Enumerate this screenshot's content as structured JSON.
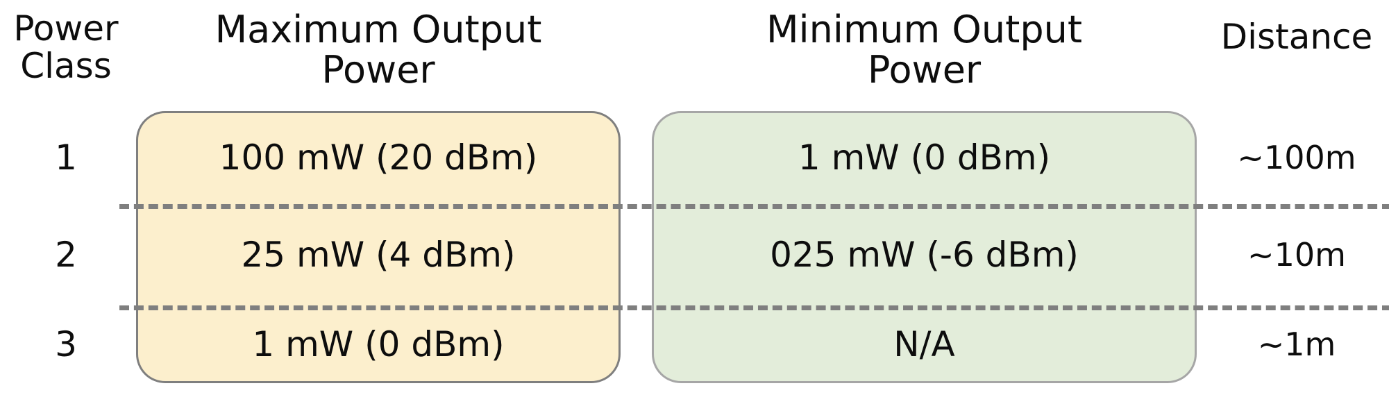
{
  "figure": {
    "type": "table",
    "title": "",
    "columns": [
      {
        "key": "power_class",
        "header": "Power\nClass"
      },
      {
        "key": "max_output_power",
        "header": "Maximum Output\nPower"
      },
      {
        "key": "min_output_power",
        "header": "Minimum Output\nPower"
      },
      {
        "key": "distance",
        "header": "Distance"
      }
    ],
    "rows": [
      {
        "power_class": "1",
        "max_output_power": "100 mW (20 dBm)",
        "min_output_power": "1 mW (0 dBm)",
        "distance": "~100m"
      },
      {
        "power_class": "2",
        "max_output_power": "25 mW (4 dBm)",
        "min_output_power": "025 mW (-6 dBm)",
        "distance": "~10m"
      },
      {
        "power_class": "3",
        "max_output_power": "1 mW (0 dBm)",
        "min_output_power": "N/A",
        "distance": "~1m"
      }
    ],
    "colors": {
      "max_column_fill": "#fcefcd",
      "max_column_border": "#7f7f7f",
      "min_column_fill": "#e3edda",
      "min_column_border": "#a6a6a6",
      "divider": "#7f7f7f",
      "text": "#0d0d0d",
      "background": "#ffffff"
    }
  }
}
